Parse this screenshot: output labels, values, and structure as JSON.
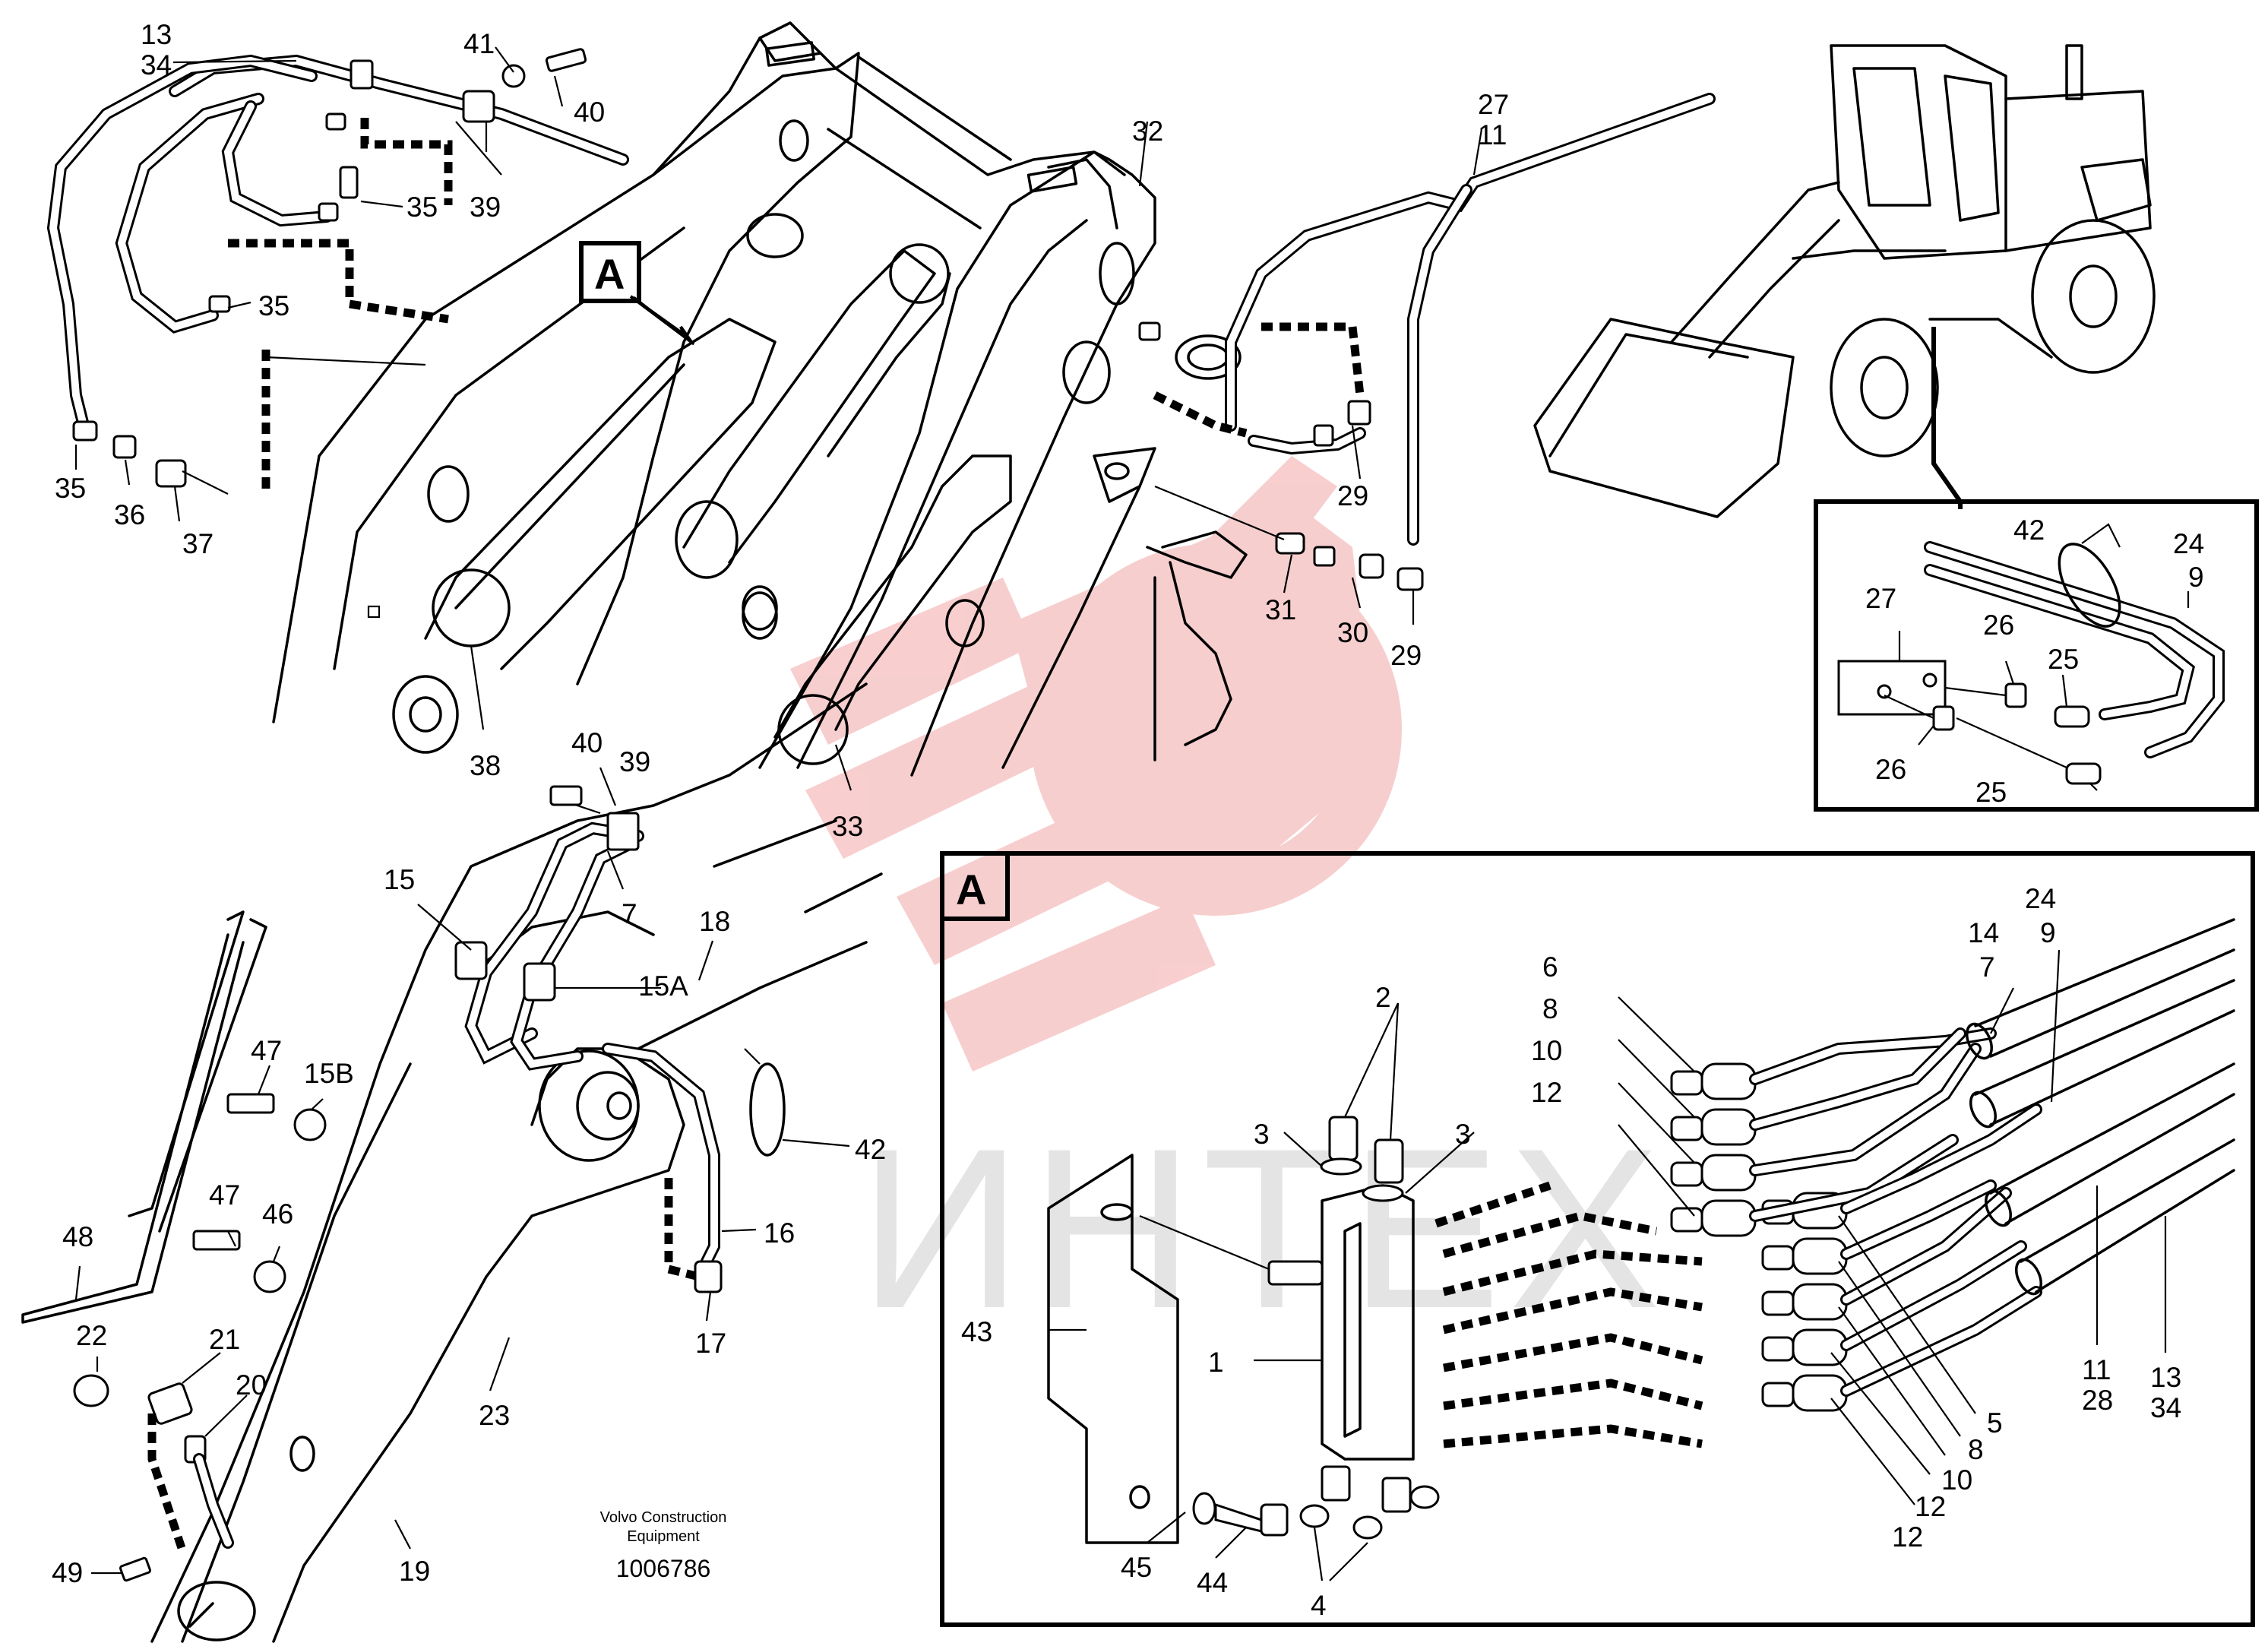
{
  "diagram": {
    "callouts": [
      "13",
      "34",
      "41",
      "40",
      "39",
      "35",
      "35",
      "35",
      "36",
      "37",
      "38",
      "32",
      "27",
      "11",
      "29",
      "31",
      "30",
      "29",
      "33",
      "40",
      "39",
      "7",
      "15",
      "15A",
      "18",
      "47",
      "15B",
      "47",
      "46",
      "42",
      "16",
      "17",
      "48",
      "22",
      "21",
      "20",
      "23",
      "19",
      "49",
      "42",
      "24",
      "9",
      "27",
      "26",
      "25",
      "26",
      "25",
      "6",
      "8",
      "10",
      "12",
      "2",
      "3",
      "3",
      "14",
      "7",
      "24",
      "9",
      "43",
      "1",
      "5",
      "8",
      "10",
      "12",
      "12",
      "11",
      "28",
      "13",
      "34",
      "45",
      "44",
      "4"
    ],
    "inset_a_label": "A",
    "pointer_a_label": "A",
    "footer": {
      "company_line1": "Volvo Construction",
      "company_line2": "Equipment",
      "drawing_number": "1006786"
    },
    "watermark": "ИНТЕХ",
    "colors": {
      "line": "#000000",
      "watermark": "#f5c2c2",
      "watermark_text": "#e6e6e6"
    }
  }
}
